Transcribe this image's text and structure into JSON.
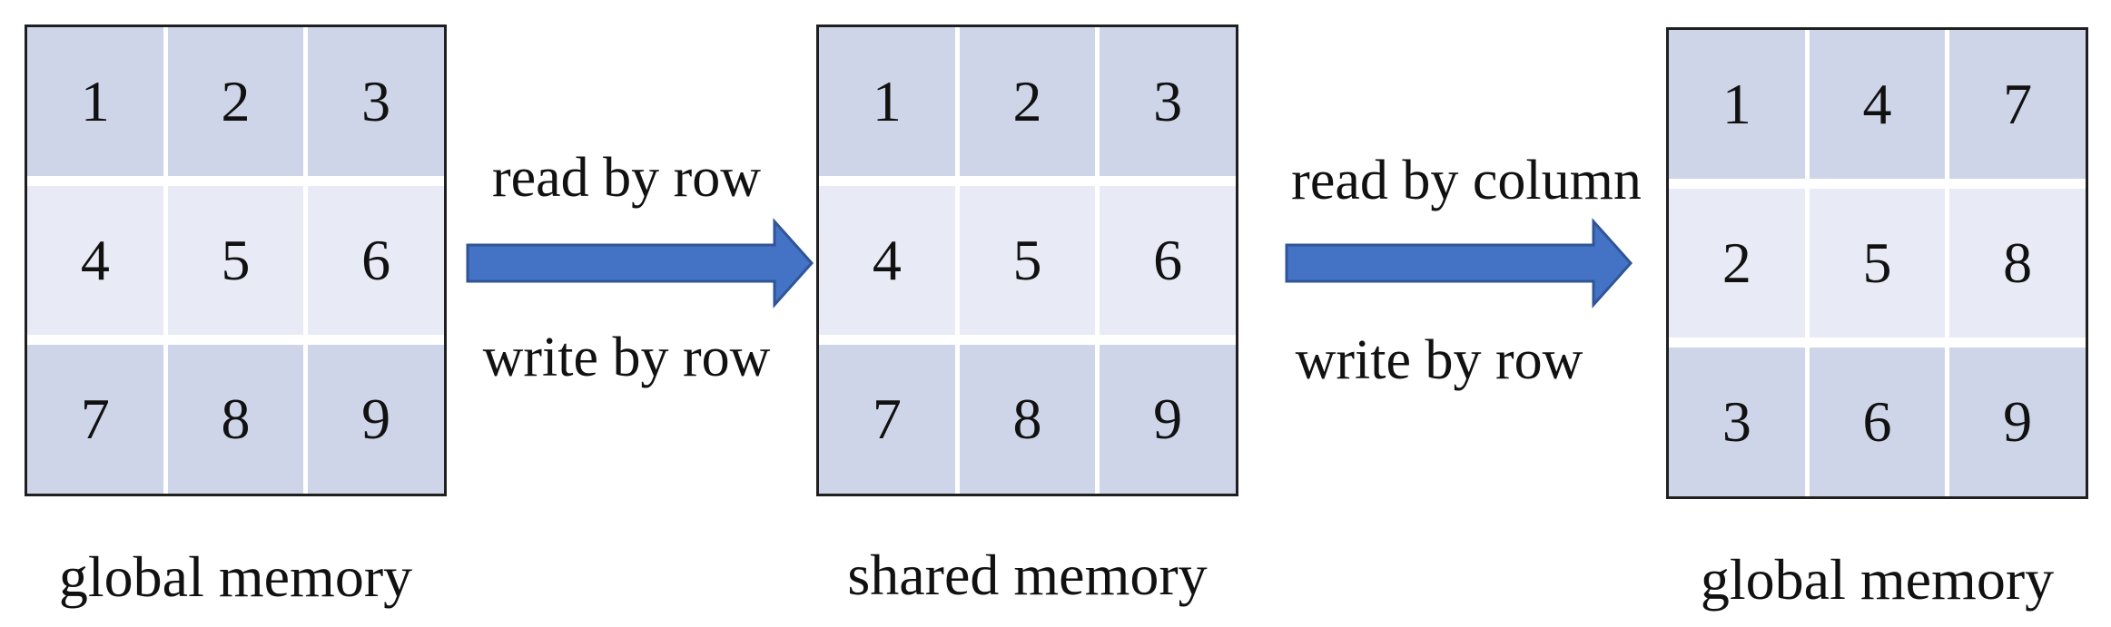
{
  "colors": {
    "row_dark": "#cfd5e9",
    "row_light": "#e8ebf5",
    "arrow_fill": "#4472c4",
    "arrow_stroke": "#2f5597",
    "border": "#1f1f1f"
  },
  "matrices": [
    {
      "caption": "global memory",
      "rows": [
        [
          "1",
          "2",
          "3"
        ],
        [
          "4",
          "5",
          "6"
        ],
        [
          "7",
          "8",
          "9"
        ]
      ]
    },
    {
      "caption": "shared memory",
      "rows": [
        [
          "1",
          "2",
          "3"
        ],
        [
          "4",
          "5",
          "6"
        ],
        [
          "7",
          "8",
          "9"
        ]
      ]
    },
    {
      "caption": "global memory",
      "rows": [
        [
          "1",
          "4",
          "7"
        ],
        [
          "2",
          "5",
          "8"
        ],
        [
          "3",
          "6",
          "9"
        ]
      ]
    }
  ],
  "transitions": [
    {
      "read": "read by row",
      "write": "write by row",
      "icon": "right-arrow-icon"
    },
    {
      "read": "read by column",
      "write": "write by row",
      "icon": "right-arrow-icon"
    }
  ]
}
